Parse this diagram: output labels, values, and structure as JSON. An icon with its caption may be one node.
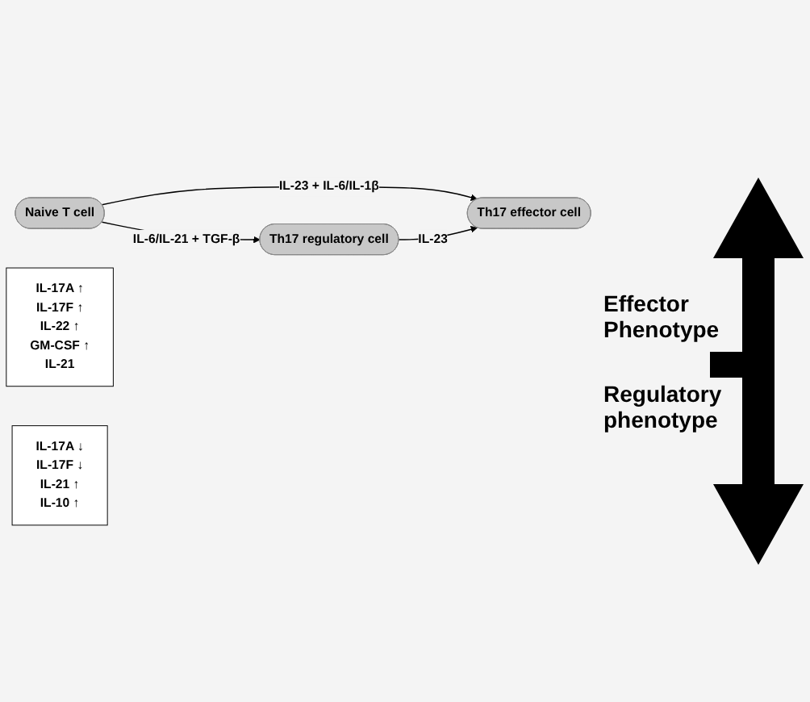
{
  "diagram": {
    "nodes": [
      {
        "text": [
          "Naive T cell"
        ]
      },
      {
        "text": [
          "Th17 effector cell"
        ]
      },
      {
        "text": [
          "Th17 regulatory cell"
        ]
      },
      {
        "text": [
          "IL-17A ↑",
          "IL-17F ↑",
          "IL-22 ↑",
          "GM-CSF ↑",
          "IL-21"
        ]
      },
      {
        "text": [
          "IL-17A ↓",
          "IL-17F ↓",
          "IL-21 ↑",
          "IL-10 ↑"
        ]
      }
    ],
    "edges": [
      {
        "from": 0,
        "to": 1,
        "arrow": "to",
        "label": "IL-23 + IL-6/IL-1β"
      },
      {
        "from": 0,
        "to": 2,
        "arrow": "to",
        "label": "IL-6/IL-21 + TGF-β"
      },
      {
        "from": 2,
        "to": 1,
        "arrow": "to",
        "label": "IL-23"
      }
    ],
    "labels": [
      "Effector Phenotype",
      "Regulatory phenotype"
    ]
  }
}
